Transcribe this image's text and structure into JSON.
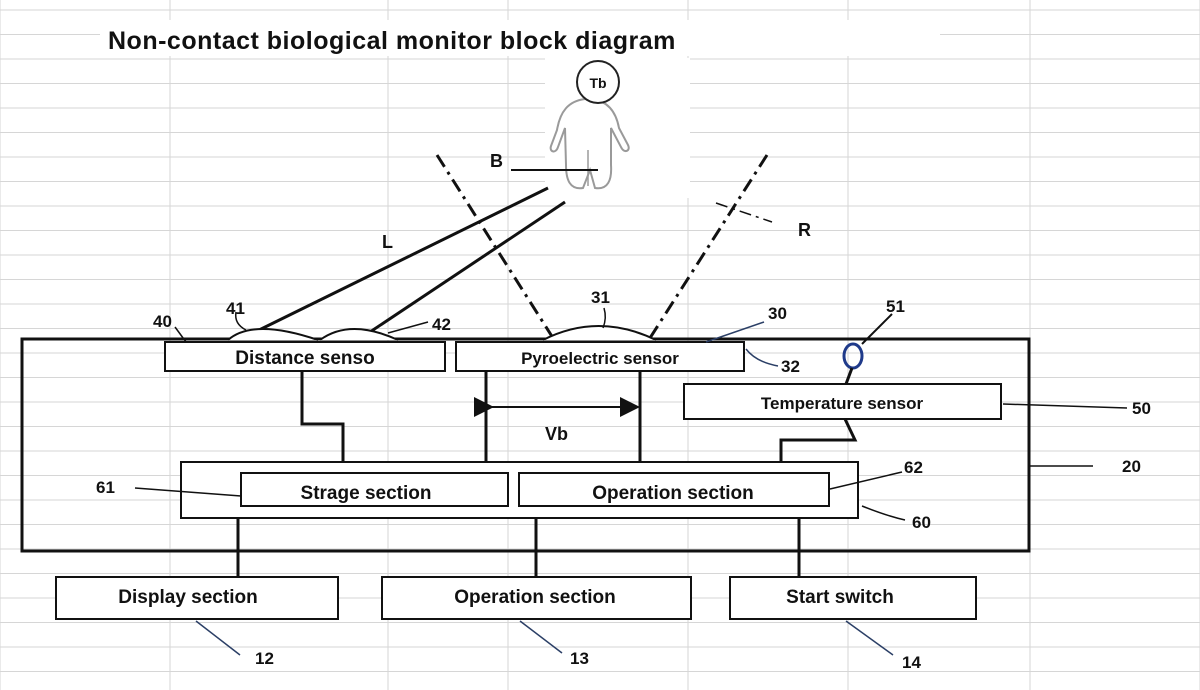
{
  "title": "Non-contact biological monitor block diagram",
  "figure": {
    "head_label": "Tb",
    "body_point_label": "B",
    "distance_line_label": "L",
    "detection_range_label": "R",
    "voltage_label": "Vb"
  },
  "blocks": {
    "distance_sensor": "Distance senso",
    "pyroelectric_sensor": "Pyroelectric sensor",
    "temperature_sensor": "Temperature sensor",
    "storage_section": "Strage section",
    "operation_section_inner": "Operation section",
    "display_section": "Display section",
    "operation_section_outer": "Operation section",
    "start_switch": "Start switch"
  },
  "refs": {
    "r12": "12",
    "r13": "13",
    "r14": "14",
    "r20": "20",
    "r30": "30",
    "r31": "31",
    "r32": "32",
    "r40": "40",
    "r41": "41",
    "r42": "42",
    "r50": "50",
    "r51": "51",
    "r60": "60",
    "r61": "61",
    "r62": "62"
  },
  "colors": {
    "line": "#111111",
    "grid": "#d6d6d6",
    "leader_blue": "#2b3f66",
    "sensor_ring": "#1f3a8a"
  }
}
